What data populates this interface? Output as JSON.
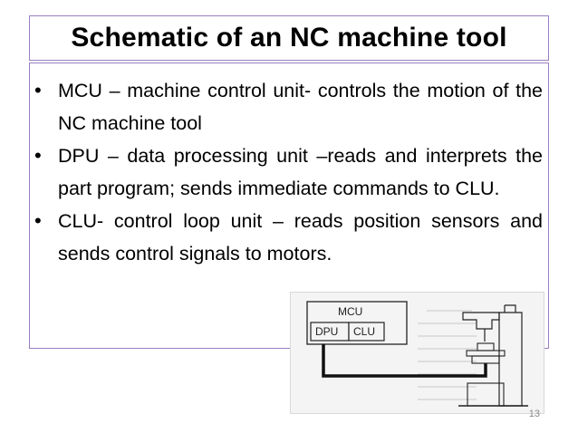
{
  "slide": {
    "title": "Schematic of an NC machine tool",
    "bullets": [
      "MCU – machine control unit- controls the motion of the NC machine tool",
      "DPU – data processing unit –reads and interprets the  part program; sends immediate commands to CLU.",
      "CLU- control loop unit – reads position sensors and sends control signals to motors."
    ],
    "bullet_symbol": "•",
    "page_number": "13"
  },
  "diagram": {
    "mcu_label": "MCU",
    "dpu_label": "DPU",
    "clu_label": "CLU"
  }
}
